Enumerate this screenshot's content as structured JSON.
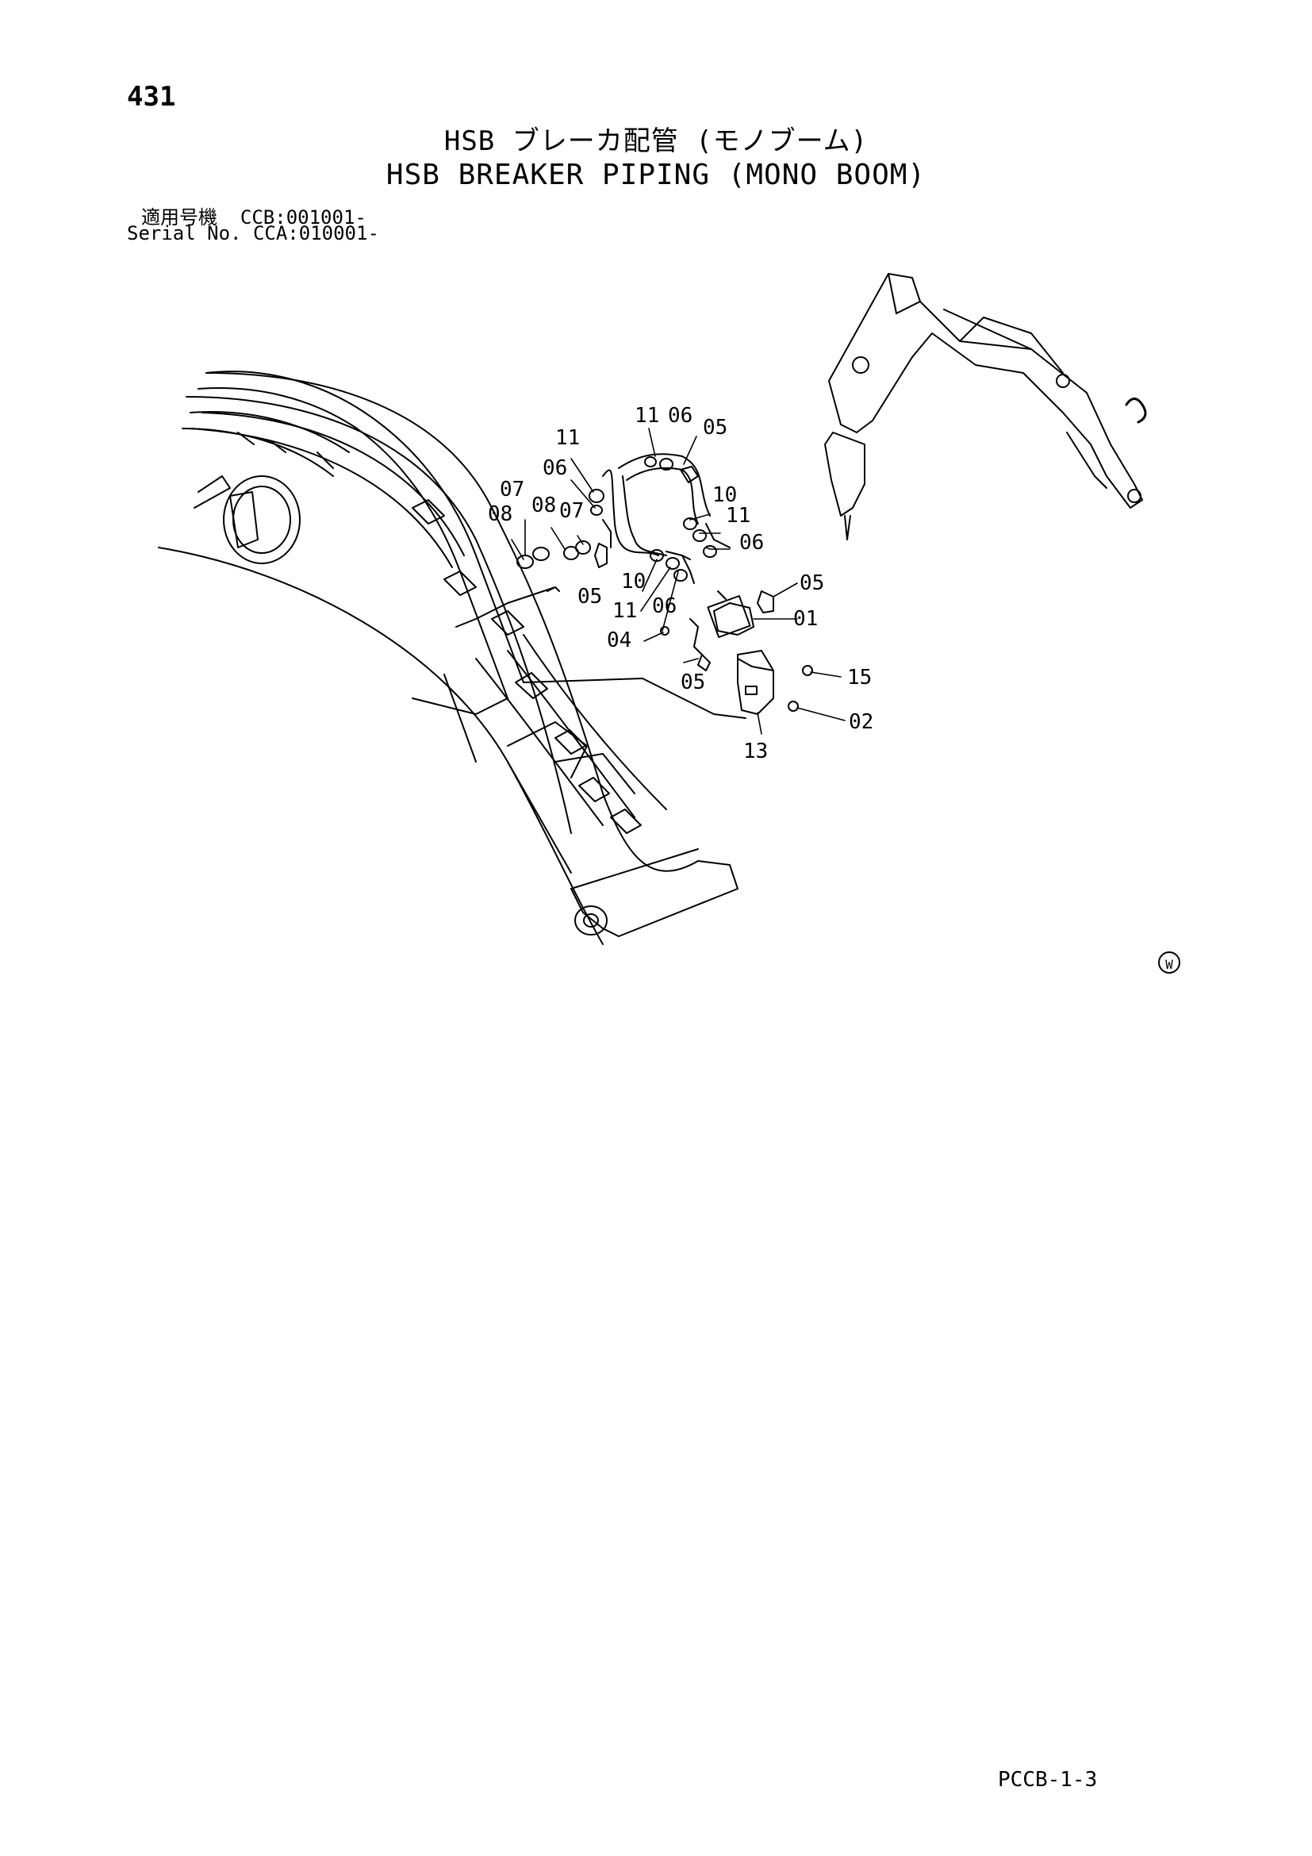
{
  "page": {
    "number": "431",
    "title_jp": "HSB ブレーカ配管 (モノブーム)",
    "title_en": "HSB BREAKER PIPING (MONO BOOM)",
    "serial_label_jp": "適用号機",
    "serial_value_jp": "CCB:001001-",
    "serial_label_en": "Serial No.",
    "serial_value_en": "CCA:010001-",
    "page_code": "PCCB-1-3",
    "mark": "W"
  },
  "callouts": [
    {
      "id": "c11a",
      "label": "11"
    },
    {
      "id": "c06a",
      "label": "06"
    },
    {
      "id": "c05a",
      "label": "05"
    },
    {
      "id": "c11b",
      "label": "11"
    },
    {
      "id": "c06b",
      "label": "06"
    },
    {
      "id": "c07a",
      "label": "07"
    },
    {
      "id": "c08a",
      "label": "08"
    },
    {
      "id": "c08b",
      "label": "08"
    },
    {
      "id": "c07b",
      "label": "07"
    },
    {
      "id": "c10a",
      "label": "10"
    },
    {
      "id": "c11c",
      "label": "11"
    },
    {
      "id": "c06c",
      "label": "06"
    },
    {
      "id": "c05b",
      "label": "05"
    },
    {
      "id": "c10b",
      "label": "10"
    },
    {
      "id": "c11d",
      "label": "11"
    },
    {
      "id": "c06d",
      "label": "06"
    },
    {
      "id": "c05c",
      "label": "05"
    },
    {
      "id": "c01",
      "label": "01"
    },
    {
      "id": "c04",
      "label": "04"
    },
    {
      "id": "c05d",
      "label": "05"
    },
    {
      "id": "c15",
      "label": "15"
    },
    {
      "id": "c02",
      "label": "02"
    },
    {
      "id": "c13",
      "label": "13"
    }
  ]
}
